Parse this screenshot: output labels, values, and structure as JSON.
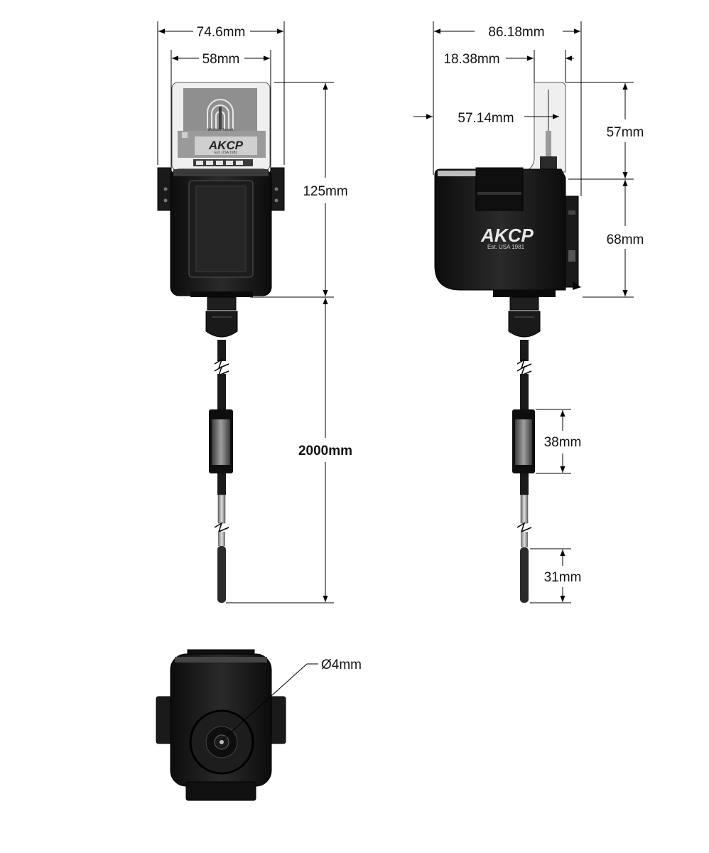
{
  "colors": {
    "body": "#1c1c1c",
    "body_dark": "#0d0d0d",
    "lid_clear": "#eaeaea",
    "label_gray": "#8f8f8f",
    "metal": "#b7b7b7",
    "lines": "#000000"
  },
  "brand": {
    "logo_text": "AKCP",
    "tagline": "Est. USA 1981",
    "small_tag": "Est. USA 1981",
    "wireless_text": "Wireless Tunnel"
  },
  "views": {
    "front": {
      "dims": {
        "width_overall": "74.6mm",
        "width_body": "58mm",
        "height": "125mm",
        "cable_length": "2000mm"
      }
    },
    "side": {
      "dims": {
        "width_overall": "86.18mm",
        "antenna_depth": "18.38mm",
        "body_depth": "57.14mm",
        "lid_height": "57mm",
        "body_height": "68mm",
        "sleeve_length": "38mm",
        "probe_length": "31mm"
      }
    },
    "bottom": {
      "dims": {
        "diameter": "Ø4mm"
      }
    }
  }
}
